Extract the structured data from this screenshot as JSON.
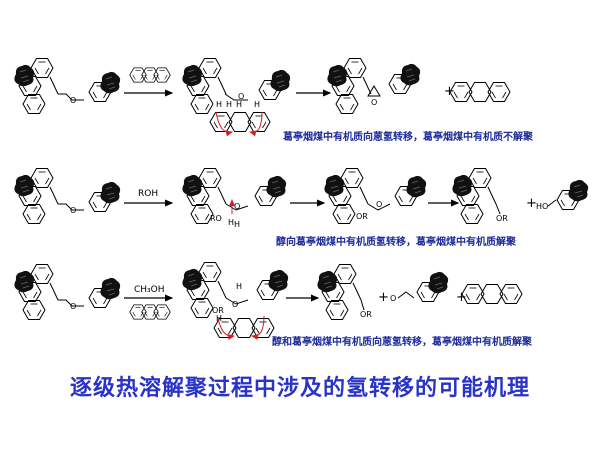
{
  "row1": {
    "caption": "葛亭烟煤中有机质向蒽氢转移，葛亭烟煤中有机质不解聚"
  },
  "row2": {
    "reagent": "ROH",
    "caption": "醇向葛亭烟煤中有机质氢转移，葛亭烟煤中有机质解聚",
    "product_group": "OR",
    "product2_group": "HO",
    "plus": "+"
  },
  "row3": {
    "reagent": "CH₃OH",
    "caption": "醇和葛亭烟煤中有机质向蒽氢转移，葛亭烟煤中有机质解聚",
    "product_group": "OR",
    "plus": "+"
  },
  "atoms": {
    "O": "O",
    "H": "H",
    "RO": "RO",
    "OR": "OR"
  },
  "title": "逐级热溶解聚过程中涉及的氢转移的可能机理",
  "colors": {
    "caption": "#1f2c9a",
    "title": "#2a33c8",
    "arrow_red": "#d42020"
  }
}
